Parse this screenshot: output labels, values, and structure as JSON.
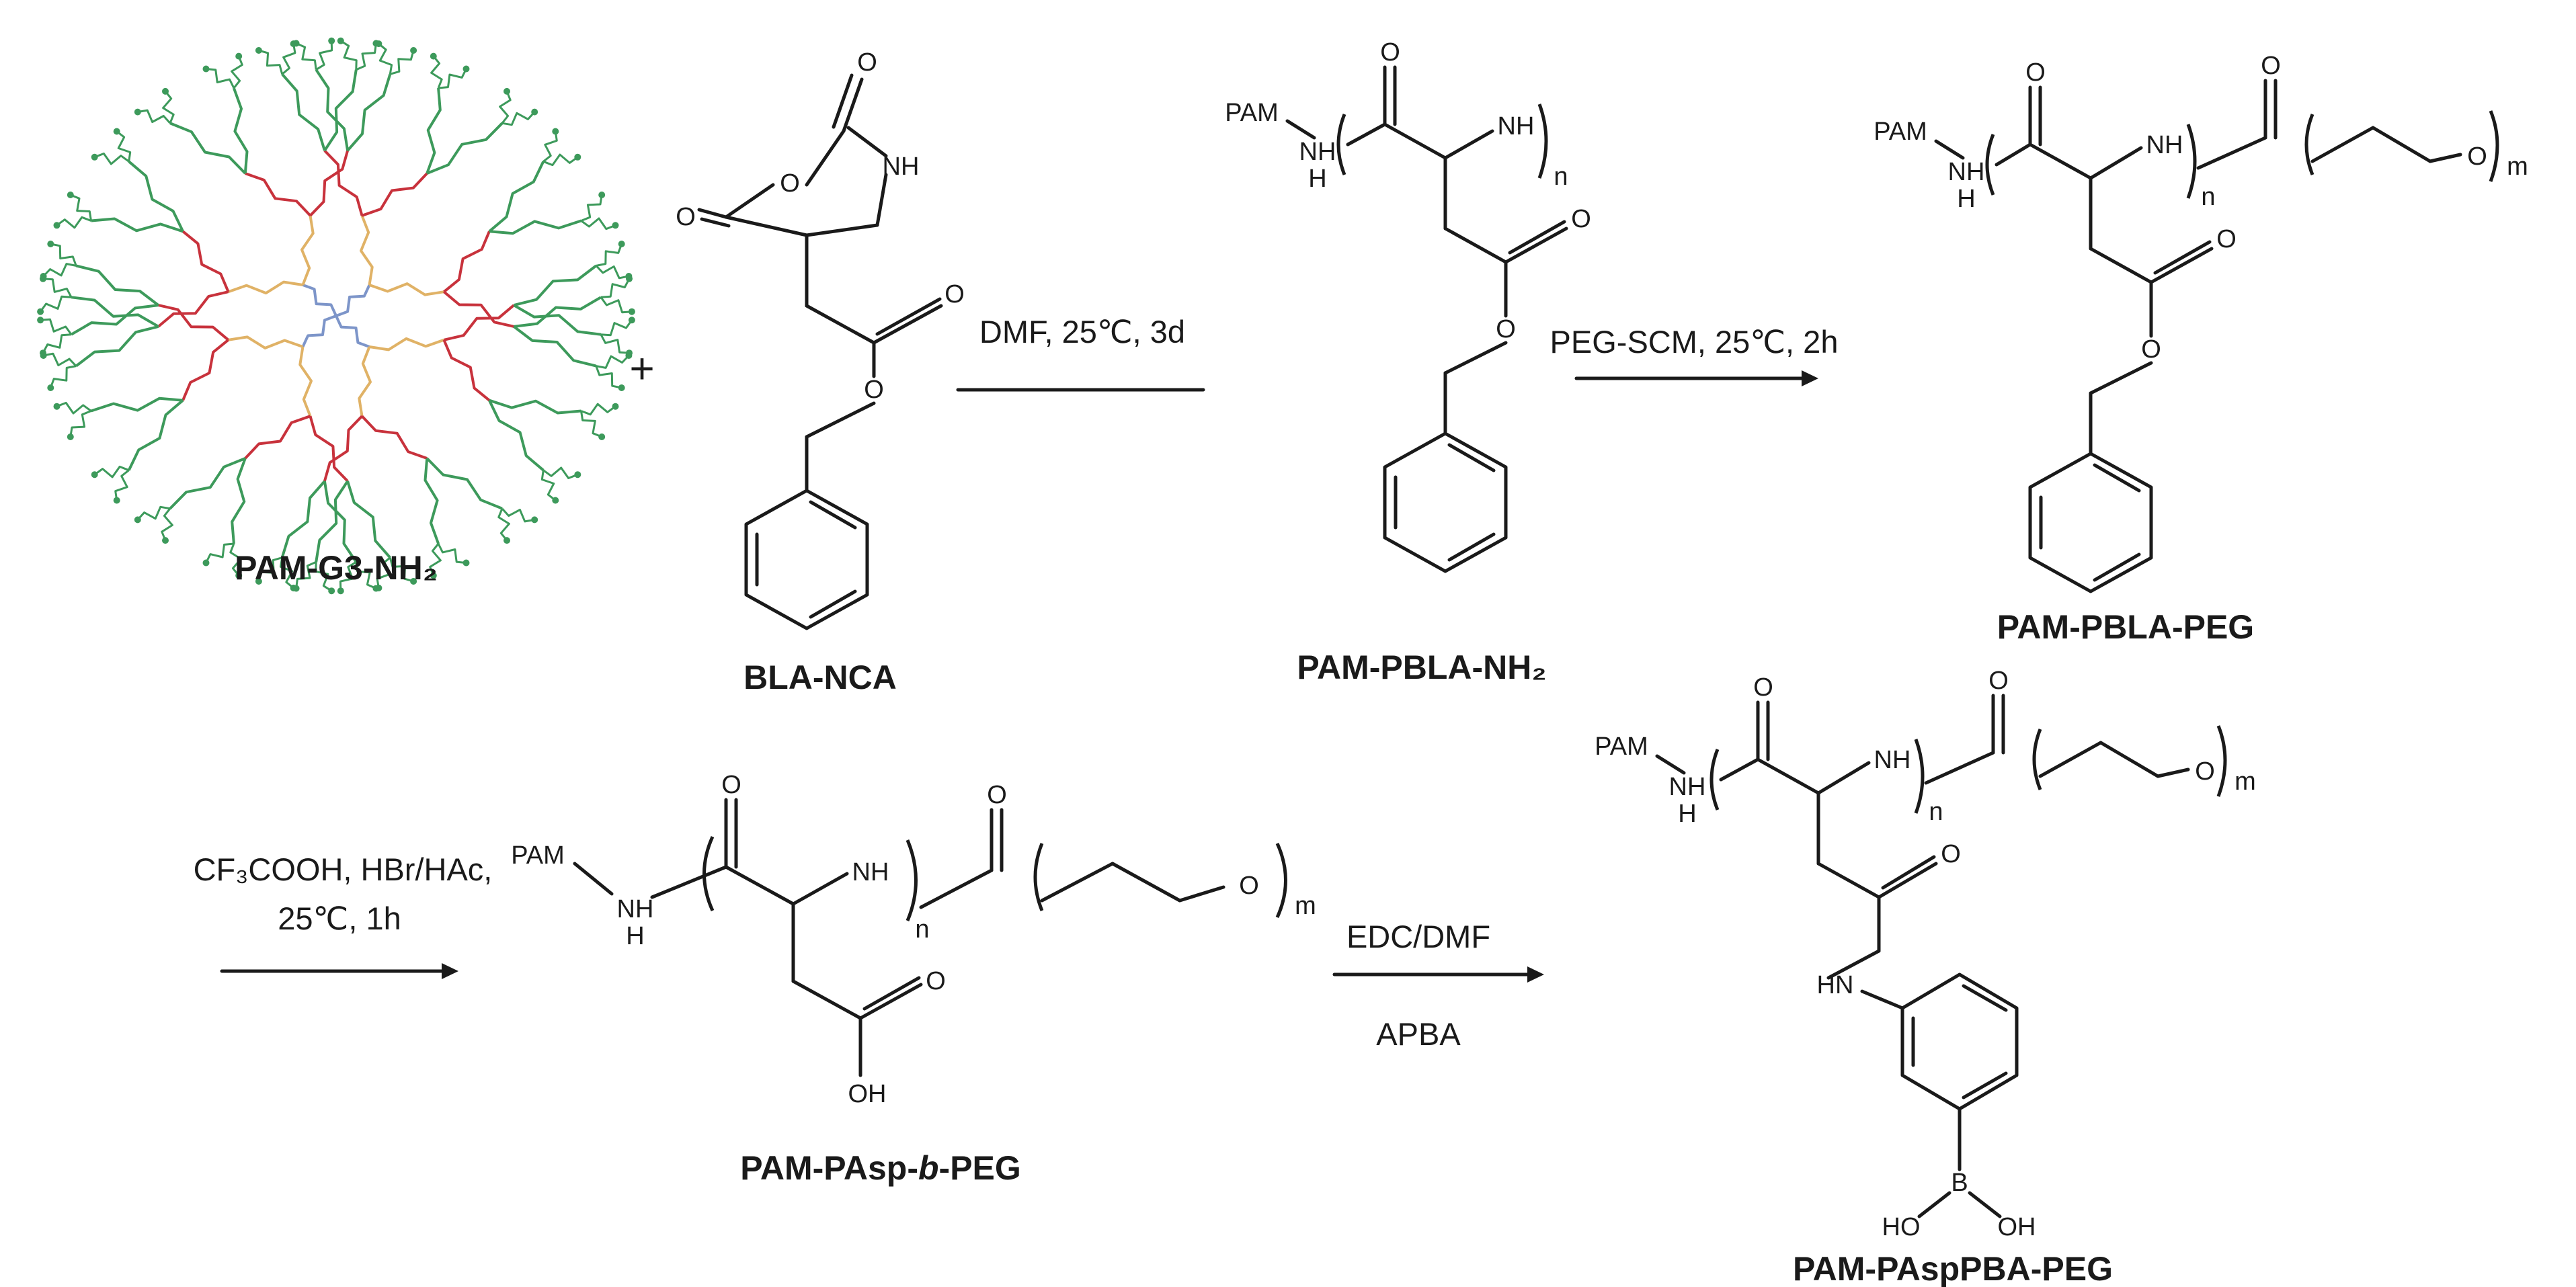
{
  "compounds": {
    "pam_g3": "PAM-G3-NH₂",
    "bla_nca": "BLA-NCA",
    "pam_pbla_nh2": "PAM-PBLA-NH₂",
    "pam_pbla_peg": "PAM-PBLA-PEG",
    "pam_pasp_peg_prefix": "PAM-PAsp-",
    "pam_pasp_peg_b": "b",
    "pam_pasp_peg_suffix": "-PEG",
    "pam_pasppba_peg": "PAM-PAspPBA-PEG"
  },
  "conditions": {
    "step1": "DMF, 25℃, 3d",
    "step2": "PEG-SCM, 25℃, 2h",
    "step3_line1": "CF₃COOH, HBr/HAc,",
    "step3_line2": "25℃, 1h",
    "step4_above": "EDC/DMF",
    "step4_below": "APBA"
  },
  "plus_sign": "+",
  "atoms": {
    "pam": "PAM",
    "nh": "NH",
    "h": "H",
    "o": "O",
    "oh": "OH",
    "hn": "HN",
    "b": "B",
    "ho": "HO",
    "n": "n",
    "m": "m"
  },
  "dendrimer_colors": {
    "core": "#7d95c9",
    "gen1": "#e0b266",
    "gen2": "#c8323c",
    "gen3": "#3d9a5b"
  }
}
